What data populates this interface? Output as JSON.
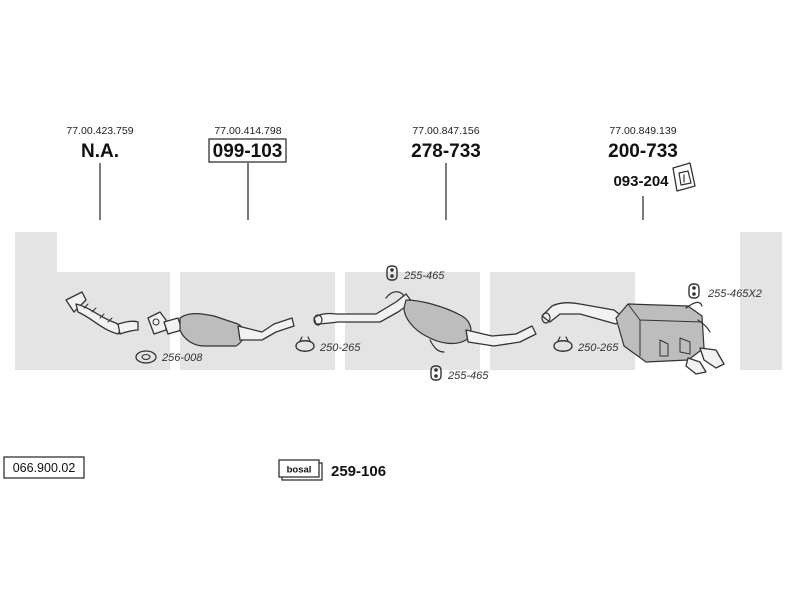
{
  "watermark": "bosal",
  "columns": [
    {
      "ref": "77.00.423.759",
      "part": "N.A."
    },
    {
      "ref": "77.00.414.798",
      "part": "099-103"
    },
    {
      "ref": "77.00.847.156",
      "part": "278-733"
    },
    {
      "ref": "77.00.849.139",
      "part": "200-733"
    }
  ],
  "bracket_part": "093-204",
  "accessories": {
    "gasket": "256-008",
    "clamp_1": "250-265",
    "hanger_top": "255-465",
    "hanger_bottom": "255-465",
    "clamp_2": "250-265",
    "hanger_rear": "255-465X2"
  },
  "diagram_code": "066.900.02",
  "kit_part": "259-106",
  "kit_logo": "bosal",
  "colors": {
    "watermark": "#e4e4e4",
    "line": "#333333",
    "component": "#bdbdbd"
  }
}
